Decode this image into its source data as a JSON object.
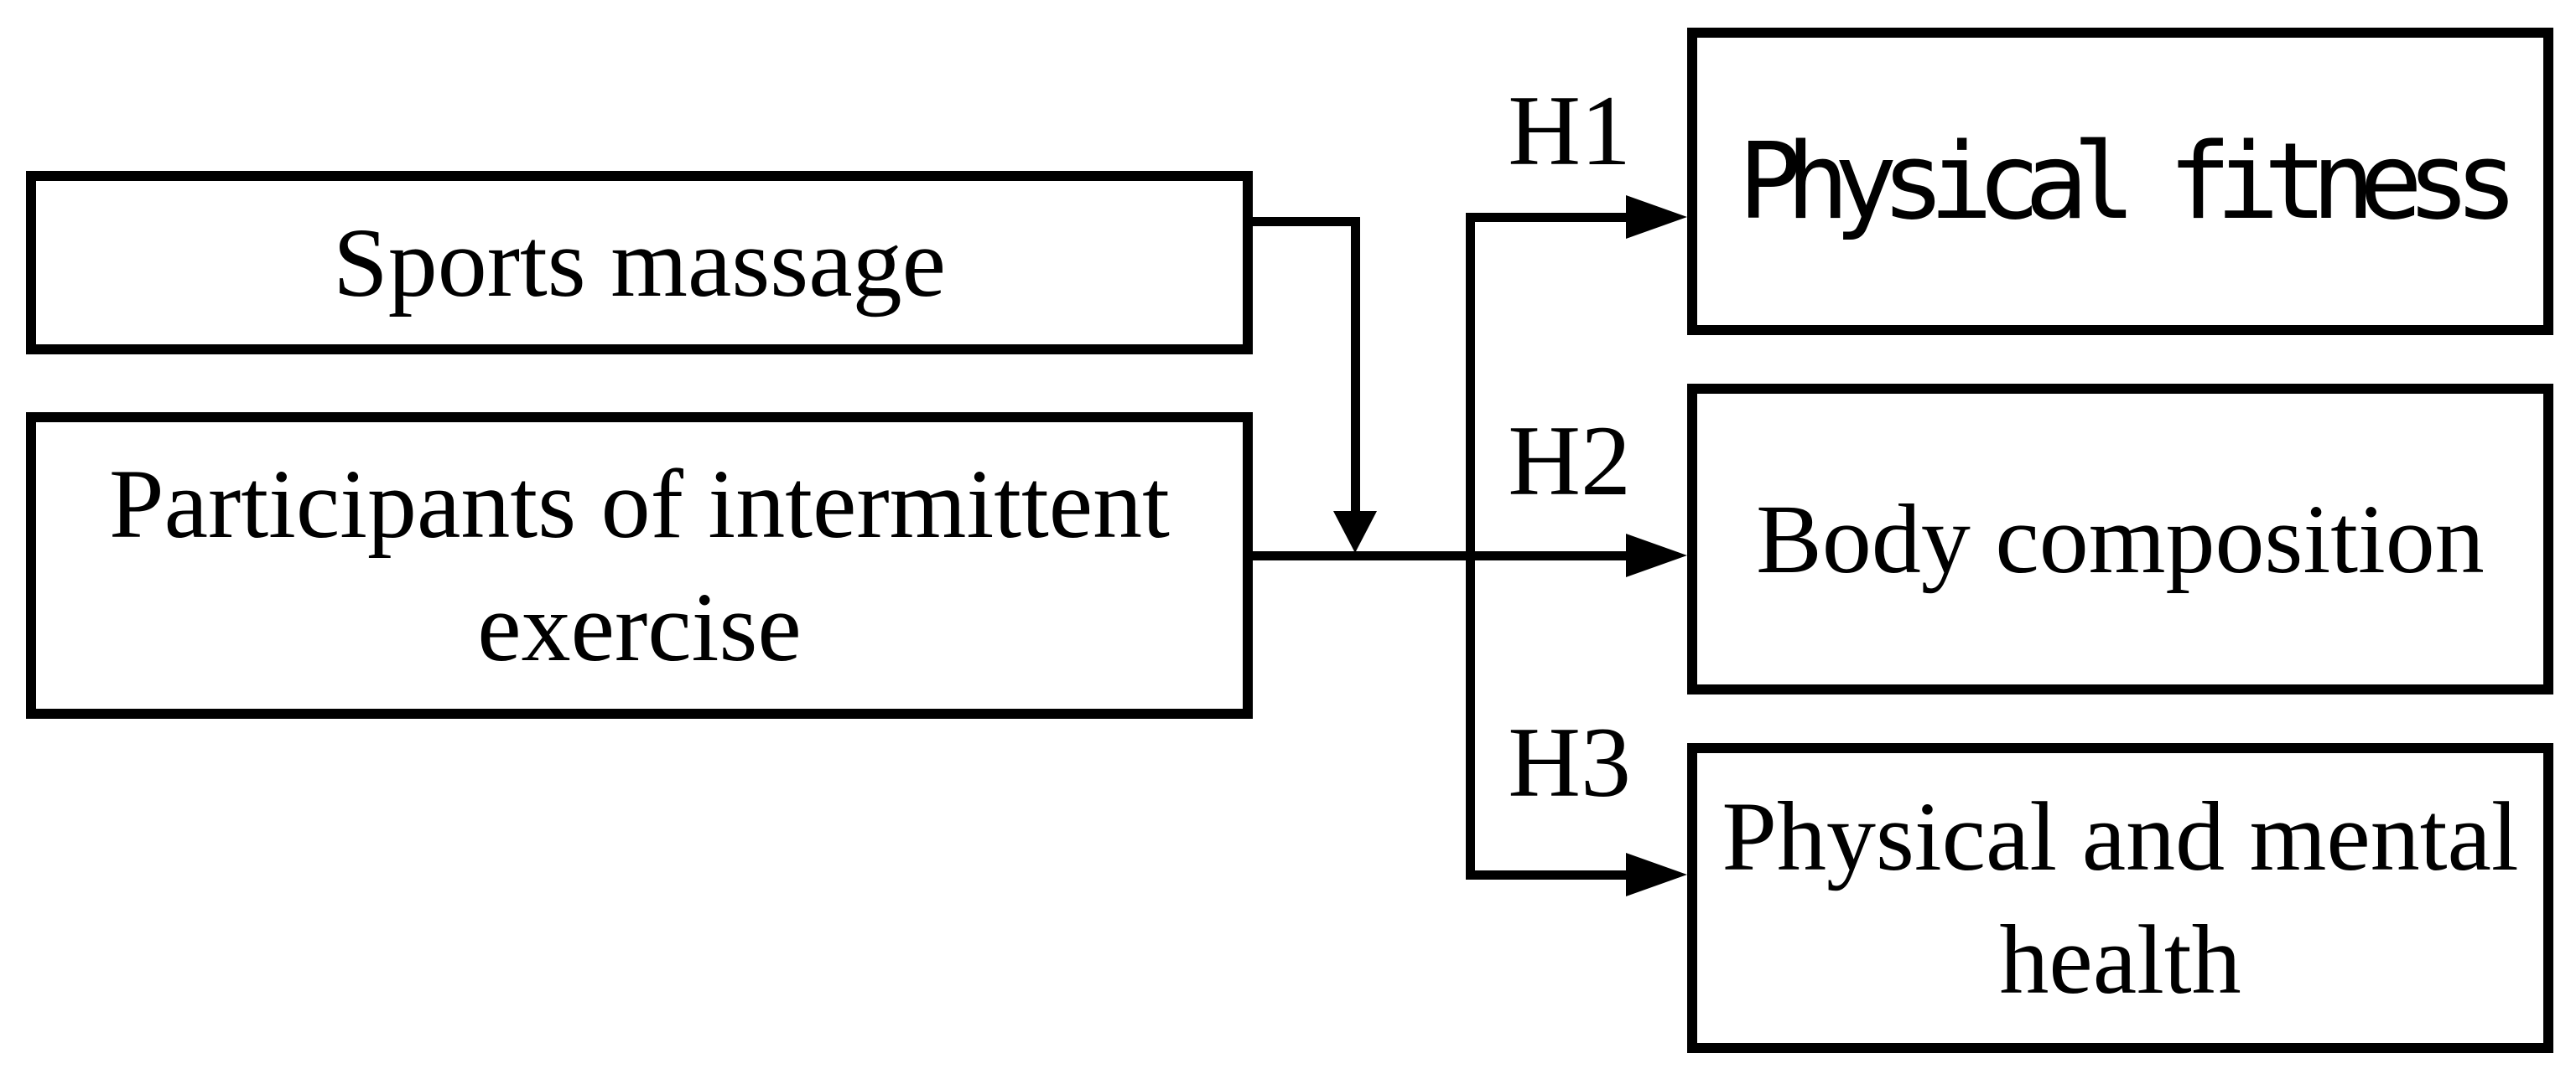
{
  "diagram": {
    "background_color": "#ffffff",
    "stroke_color": "#000000",
    "left_boxes": [
      {
        "id": "sports-massage",
        "label": "Sports massage"
      },
      {
        "id": "participants-of-intermittent-exercise",
        "label": "Participants of intermittent exercise"
      }
    ],
    "right_boxes": [
      {
        "id": "physical-fitness",
        "label": "Physical fitness",
        "hypothesis": "H1"
      },
      {
        "id": "body-composition",
        "label": "Body composition",
        "hypothesis": "H2"
      },
      {
        "id": "physical-and-mental-health",
        "label": "Physical and mental health",
        "hypothesis": "H3"
      }
    ]
  }
}
